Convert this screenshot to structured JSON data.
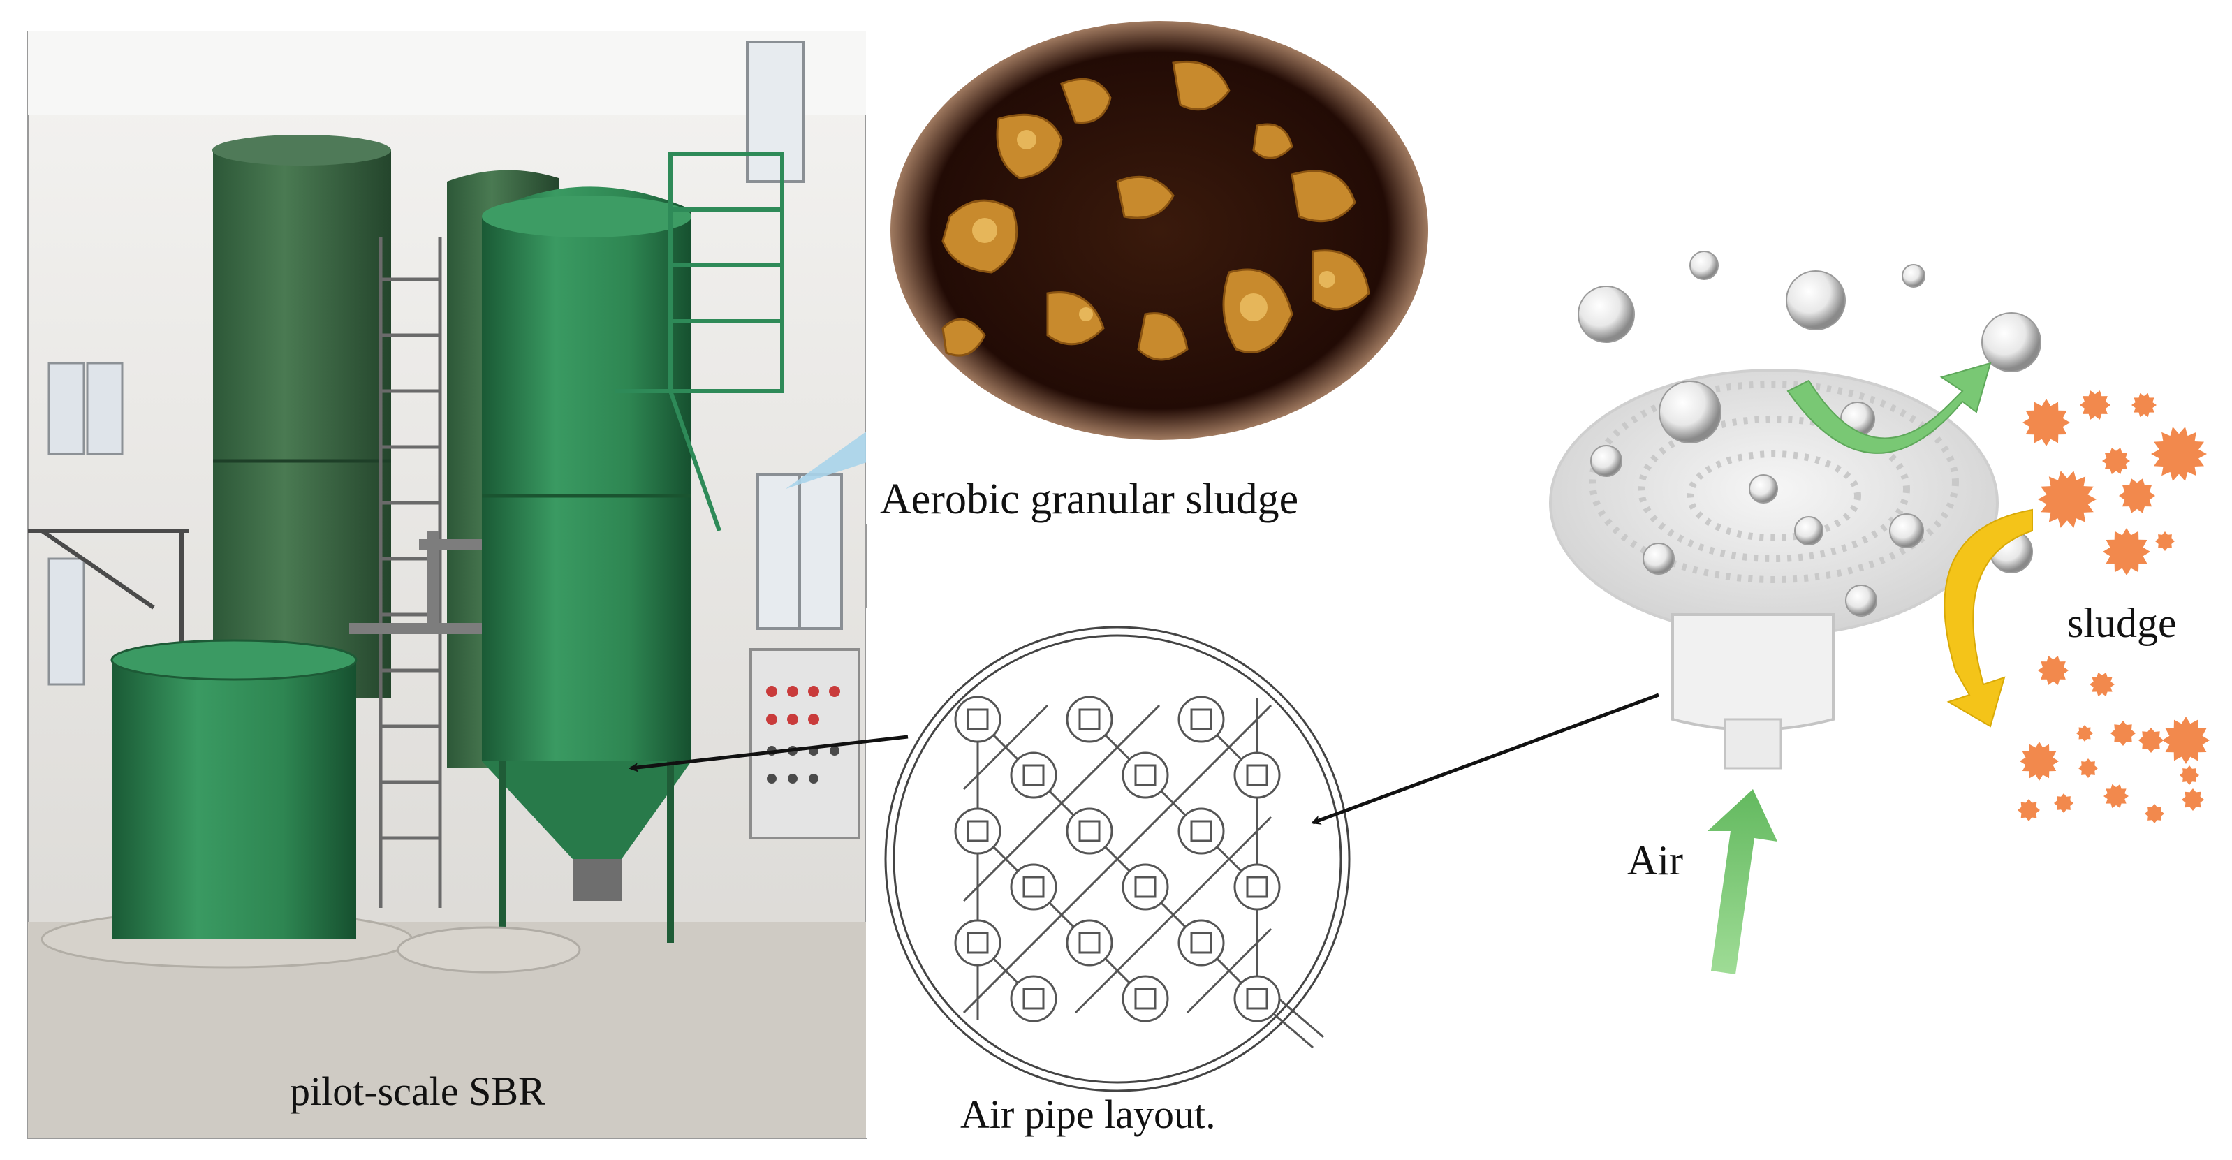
{
  "labels": {
    "pilot": "pilot-scale SBR",
    "granular": "Aerobic granular  sludge",
    "pipe": "Air pipe layout.",
    "air": "Air",
    "sludge": "sludge"
  },
  "colors": {
    "tank_green": "#2f8a55",
    "tank_dark": "#1f6a3e",
    "wall": "#ecebe8",
    "sludge_orange": "#f2894d",
    "arrow_green": "#7ecb7a",
    "arrow_yellow": "#f3c318",
    "granule_bg": "#2a0f08",
    "granule": "#c98a2c"
  },
  "icons": {
    "diffuser": "membrane-disc-diffuser-icon",
    "bubble": "air-bubble-icon",
    "sludge_particle": "sludge-floc-icon"
  }
}
